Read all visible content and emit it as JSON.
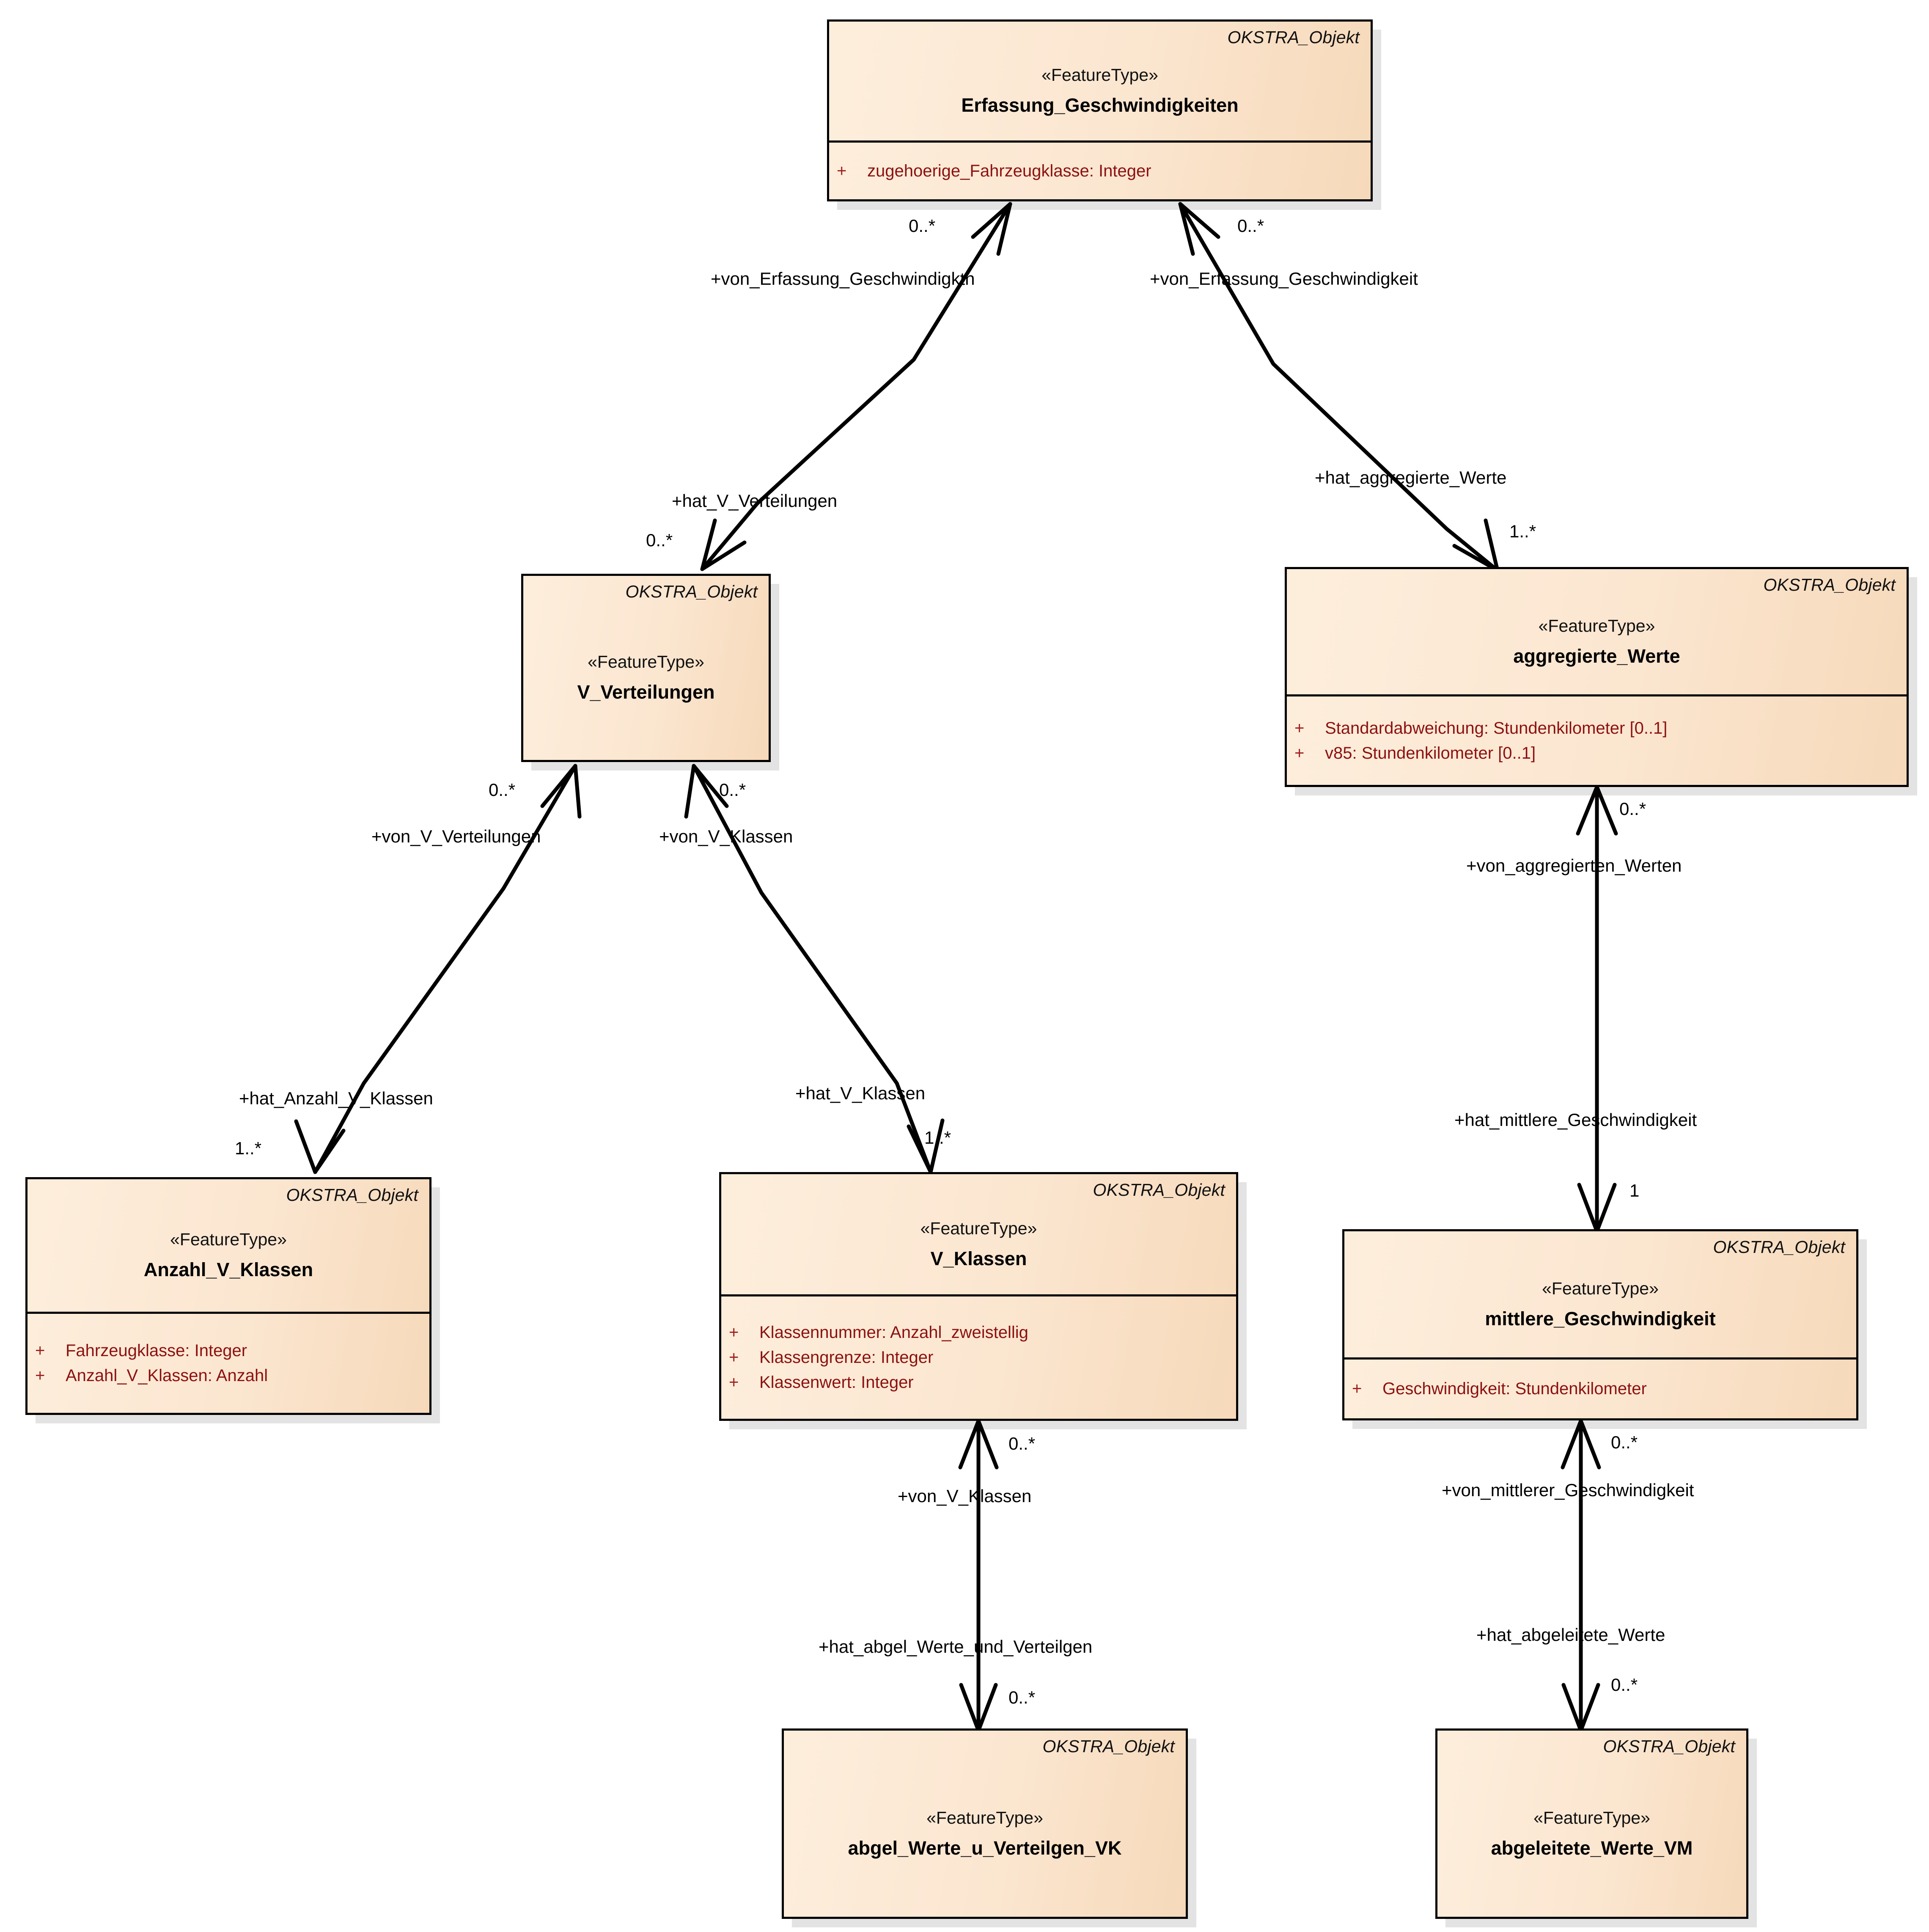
{
  "diagram": {
    "type": "uml-class-diagram",
    "title": "OKSTRA Erfassung_Geschwindigkeiten",
    "colors": {
      "class_fill_light": "#fdeedc",
      "class_fill_dark": "#f6d9ba",
      "class_border": "#000000",
      "attribute_text": "#8c1111",
      "label_text": "#000000",
      "background": "#ffffff"
    }
  },
  "classes": [
    {
      "id": "erfassung",
      "supertype": "OKSTRA_Objekt",
      "stereotype": "«FeatureType»",
      "name": "Erfassung_Geschwindigkeiten",
      "attributes": [
        {
          "visibility": "+",
          "signature": "zugehoerige_Fahrzeugklasse: Integer"
        }
      ]
    },
    {
      "id": "v_verteilungen",
      "supertype": "OKSTRA_Objekt",
      "stereotype": "«FeatureType»",
      "name": "V_Verteilungen",
      "attributes": []
    },
    {
      "id": "aggregierte_werte",
      "supertype": "OKSTRA_Objekt",
      "stereotype": "«FeatureType»",
      "name": "aggregierte_Werte",
      "attributes": [
        {
          "visibility": "+",
          "signature": "Standardabweichung: Stundenkilometer [0..1]"
        },
        {
          "visibility": "+",
          "signature": "v85: Stundenkilometer [0..1]"
        }
      ]
    },
    {
      "id": "anzahl_v_klassen",
      "supertype": "OKSTRA_Objekt",
      "stereotype": "«FeatureType»",
      "name": "Anzahl_V_Klassen",
      "attributes": [
        {
          "visibility": "+",
          "signature": "Fahrzeugklasse: Integer"
        },
        {
          "visibility": "+",
          "signature": "Anzahl_V_Klassen: Anzahl"
        }
      ]
    },
    {
      "id": "v_klassen",
      "supertype": "OKSTRA_Objekt",
      "stereotype": "«FeatureType»",
      "name": "V_Klassen",
      "attributes": [
        {
          "visibility": "+",
          "signature": "Klassennummer: Anzahl_zweistellig"
        },
        {
          "visibility": "+",
          "signature": "Klassengrenze: Integer"
        },
        {
          "visibility": "+",
          "signature": "Klassenwert: Integer"
        }
      ]
    },
    {
      "id": "mittlere_geschwindigkeit",
      "supertype": "OKSTRA_Objekt",
      "stereotype": "«FeatureType»",
      "name": "mittlere_Geschwindigkeit",
      "attributes": [
        {
          "visibility": "+",
          "signature": "Geschwindigkeit: Stundenkilometer"
        }
      ]
    },
    {
      "id": "abgel_werte_u_verteilgen_vk",
      "supertype": "OKSTRA_Objekt",
      "stereotype": "«FeatureType»",
      "name": "abgel_Werte_u_Verteilgen_VK",
      "attributes": []
    },
    {
      "id": "abgeleitete_werte_vm",
      "supertype": "OKSTRA_Objekt",
      "stereotype": "«FeatureType»",
      "name": "abgeleitete_Werte_VM",
      "attributes": []
    }
  ],
  "associations": [
    {
      "id": "a1",
      "source": "erfassung",
      "target": "v_verteilungen",
      "source_role": "+von_Erfassung_Geschwindigktn",
      "source_multiplicity": "0..*",
      "target_role": "+hat_V_Verteilungen",
      "target_multiplicity": "0..*"
    },
    {
      "id": "a2",
      "source": "erfassung",
      "target": "aggregierte_werte",
      "source_role": "+von_Erfassung_Geschwindigkeit",
      "source_multiplicity": "0..*",
      "target_role": "+hat_aggregierte_Werte",
      "target_multiplicity": "1..*"
    },
    {
      "id": "a3",
      "source": "v_verteilungen",
      "target": "anzahl_v_klassen",
      "source_role": "+von_V_Verteilungen",
      "source_multiplicity": "0..*",
      "target_role": "+hat_Anzahl_V_Klassen",
      "target_multiplicity": "1..*"
    },
    {
      "id": "a4",
      "source": "v_verteilungen",
      "target": "v_klassen",
      "source_role": "+von_V_Klassen",
      "source_multiplicity": "0..*",
      "target_role": "+hat_V_Klassen",
      "target_multiplicity": "1..*"
    },
    {
      "id": "a5",
      "source": "aggregierte_werte",
      "target": "mittlere_geschwindigkeit",
      "source_role": "+von_aggregierten_Werten",
      "source_multiplicity": "0..*",
      "target_role": "+hat_mittlere_Geschwindigkeit",
      "target_multiplicity": "1"
    },
    {
      "id": "a6",
      "source": "v_klassen",
      "target": "abgel_werte_u_verteilgen_vk",
      "source_role": "+von_V_Klassen",
      "source_multiplicity": "0..*",
      "target_role": "+hat_abgel_Werte_und_Verteilgen",
      "target_multiplicity": "0..*"
    },
    {
      "id": "a7",
      "source": "mittlere_geschwindigkeit",
      "target": "abgeleitete_werte_vm",
      "source_role": "+von_mittlerer_Geschwindigkeit",
      "source_multiplicity": "0..*",
      "target_role": "+hat_abgeleitete_Werte",
      "target_multiplicity": "0..*"
    }
  ]
}
